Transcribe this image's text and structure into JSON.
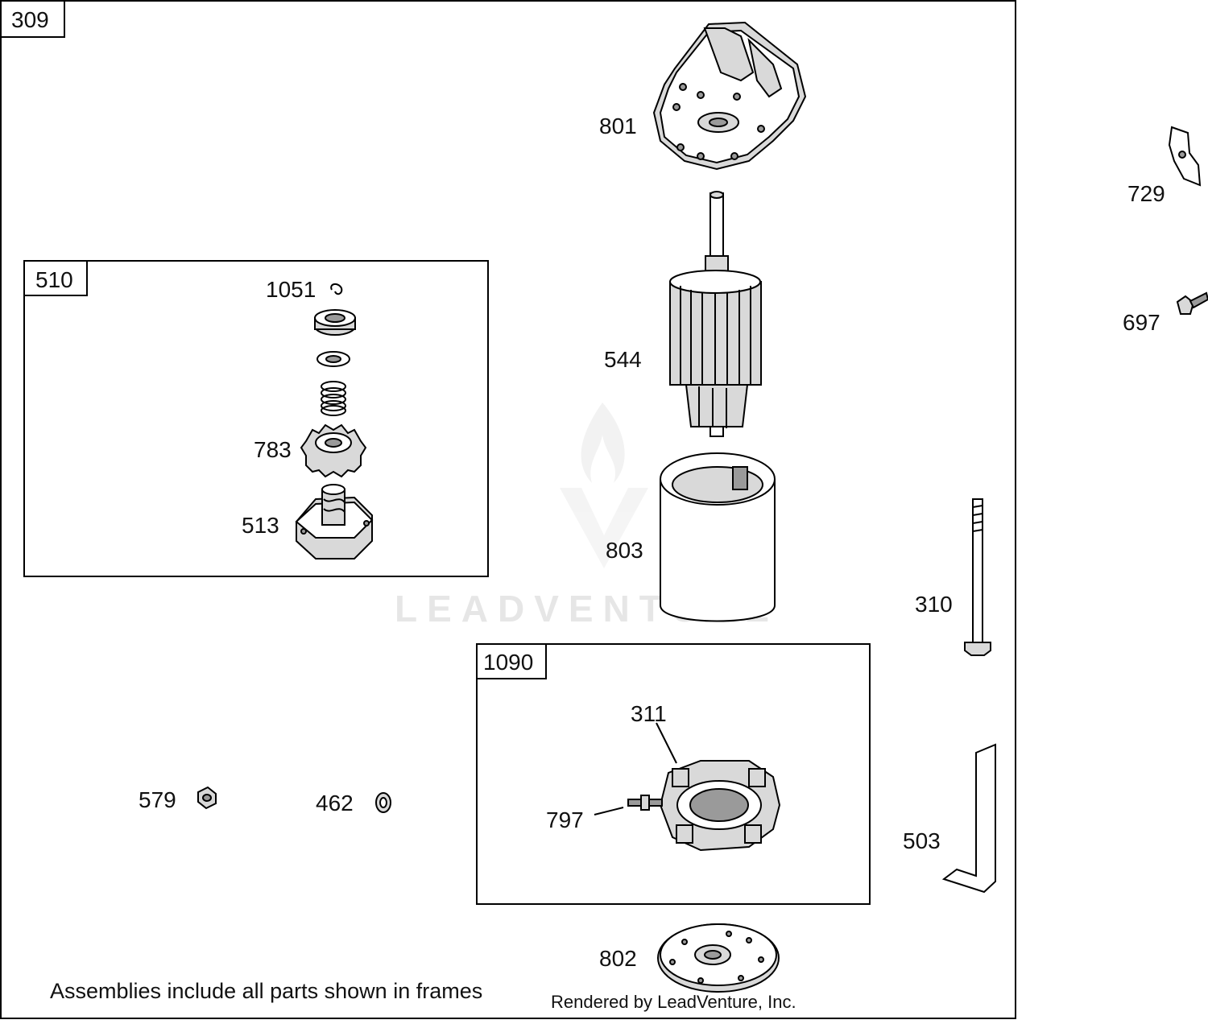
{
  "diagram": {
    "main_frame_label": "309",
    "frames": {
      "frame_510": "510",
      "frame_1090": "1090"
    },
    "callouts": {
      "c801": "801",
      "c729": "729",
      "c697": "697",
      "c1051": "1051",
      "c544": "544",
      "c783": "783",
      "c513": "513",
      "c803": "803",
      "c310": "310",
      "c311": "311",
      "c797": "797",
      "c579": "579",
      "c462": "462",
      "c503": "503",
      "c802": "802"
    },
    "footnote": "Assemblies include all parts shown in frames",
    "credit": "Rendered by LeadVenture, Inc.",
    "watermark": "LEADVENTURE"
  }
}
